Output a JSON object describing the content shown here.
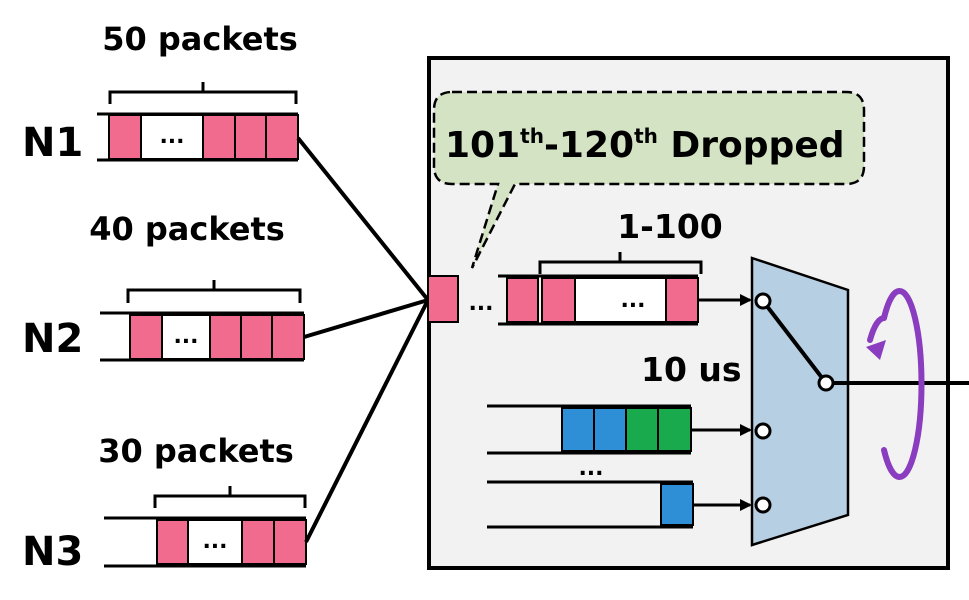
{
  "colors": {
    "packet_pink": "#f06b8e",
    "packet_blue": "#2e8fd6",
    "packet_green": "#1aaa4e",
    "switch_fill": "#b7cfe3",
    "callout_fill": "#d3e3c4",
    "box_fill": "#f2f2f2",
    "rotate_arrow": "#8a3dbf"
  },
  "nodes": [
    {
      "label": "N1",
      "packets_label": "50 packets"
    },
    {
      "label": "N2",
      "packets_label": "40 packets"
    },
    {
      "label": "N3",
      "packets_label": "30 packets"
    }
  ],
  "ellipsis": "...",
  "callout": {
    "num1": "101",
    "sup1": "th",
    "mid": "-120",
    "sup2": "th",
    "rest": " Dropped"
  },
  "queue_range_label": "1-100",
  "interval_label": "10 us",
  "icons": [
    "rotate-arrow-icon"
  ]
}
